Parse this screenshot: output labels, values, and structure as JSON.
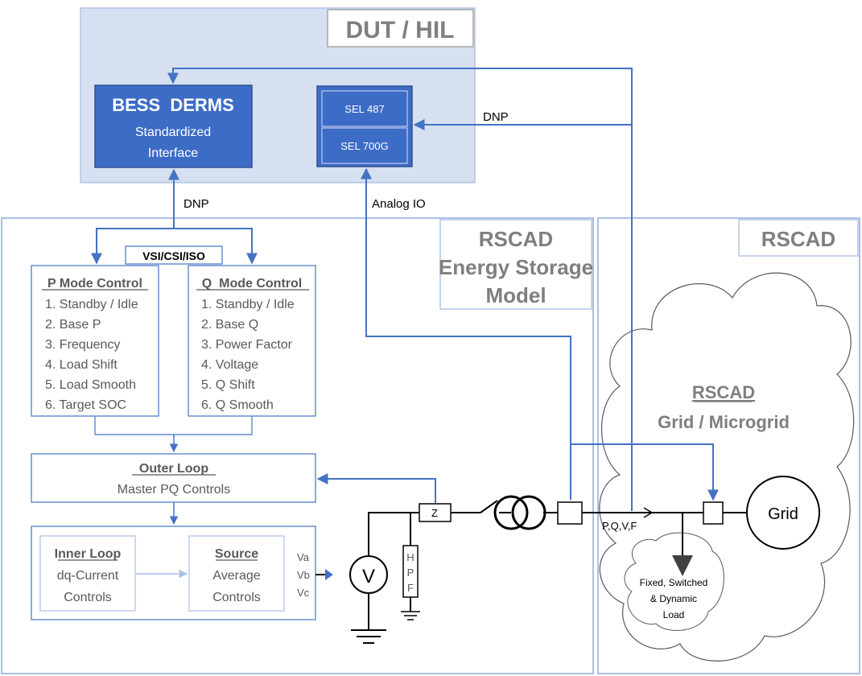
{
  "dut": {
    "title": "DUT / HIL"
  },
  "bess": {
    "title": "BESS  DERMS",
    "line1": "Standardized",
    "line2": "Interface"
  },
  "sel": {
    "relay1": "SEL 487",
    "relay2": "SEL 700G"
  },
  "links": {
    "dnp_top": "DNP",
    "dnp_left": "DNP",
    "analog_io": "Analog IO"
  },
  "rscad_es": {
    "line1": "RSCAD",
    "line2": "Energy Storage",
    "line3": "Model"
  },
  "rscad_right": {
    "title": "RSCAD"
  },
  "vsi": {
    "label": "VSI/CSI/ISO"
  },
  "p_mode": {
    "title": "P Mode Control",
    "items": [
      "1. Standby / Idle",
      "2. Base P",
      "3. Frequency",
      "4. Load Shift",
      "5. Load Smooth",
      "6. Target SOC"
    ]
  },
  "q_mode": {
    "title": "Q  Mode Control",
    "items": [
      "1. Standby / Idle",
      "2. Base Q",
      "3. Power Factor",
      "4. Voltage",
      "5. Q Shift",
      "6. Q Smooth"
    ]
  },
  "outer_loop": {
    "title": "Outer Loop",
    "sub": "Master PQ Controls"
  },
  "inner_loop": {
    "title": "Inner Loop",
    "line1": "dq-Current",
    "line2": "Controls"
  },
  "source": {
    "title": "Source",
    "line1": "Average",
    "line2": "Controls"
  },
  "phases": [
    "Va",
    "Vb",
    "Vc"
  ],
  "circuit": {
    "v_source": "V",
    "impedance": "Z",
    "hpf": [
      "H",
      "P",
      "F"
    ],
    "measure": "P,Q,V,F",
    "grid": "Grid"
  },
  "grid_cloud": {
    "title": "RSCAD",
    "sub": "Grid / Microgrid"
  },
  "load": {
    "line1": "Fixed, Switched",
    "line2": "& Dynamic",
    "line3": "Load"
  },
  "colors": {
    "blue": "#4472c4",
    "panel": "#d6e0f0",
    "box": "#8faadc",
    "dark": "#3d6cc6",
    "line": "#595959"
  }
}
